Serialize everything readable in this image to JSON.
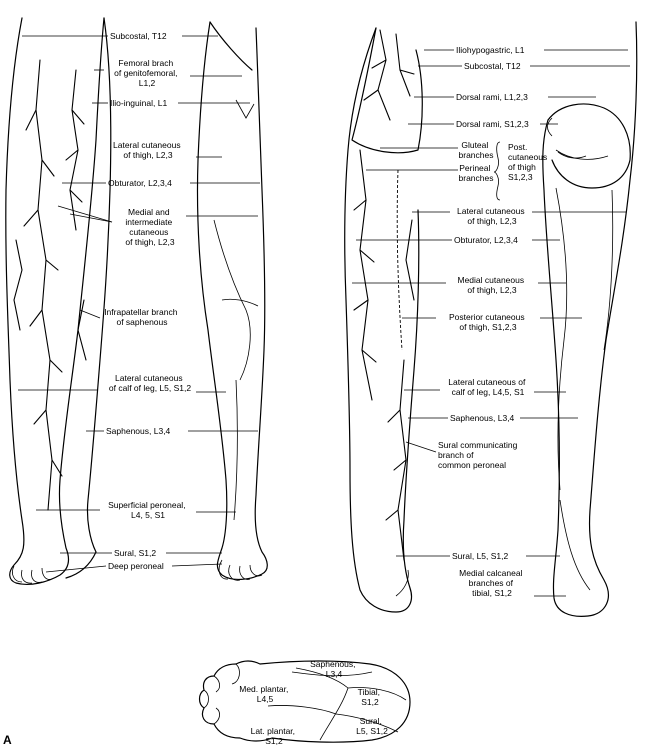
{
  "anterior": {
    "subcostal": "Subcostal, T12",
    "femoral_branch": [
      "Femoral brach",
      "of genitofemoral,",
      "L1,2"
    ],
    "ilio_inguinal": "Ilio-inguinal, L1",
    "lat_cut_thigh": [
      "Lateral cutaneous",
      "of thigh, L2,3"
    ],
    "obturator": "Obturator, L2,3,4",
    "medial_intermediate": [
      "Medial and",
      "intermediate",
      "cutaneous",
      "of thigh, L2,3"
    ],
    "infrapatellar": [
      "Infrapatellar branch",
      "of saphenous"
    ],
    "lat_cut_calf": [
      "Lateral cutaneous",
      "of calf of leg, L5, S1,2"
    ],
    "saphenous": "Saphenous, L3,4",
    "superficial_peroneal": [
      "Superficial peroneal,",
      "L4, 5, S1"
    ],
    "sural": "Sural, S1,2",
    "deep_peroneal": "Deep peroneal"
  },
  "posterior": {
    "iliohypogastric": "Iliohypogastric, L1",
    "subcostal": "Subcostal, T12",
    "dorsal_rami_l": "Dorsal rami, L1,2,3",
    "dorsal_rami_s": "Dorsal rami, S1,2,3",
    "gluteal": [
      "Gluteal",
      "branches"
    ],
    "perineal": [
      "Perineal",
      "branches"
    ],
    "post_cut_bracket": [
      "Post.",
      "cutaneous",
      "of thigh",
      "S1,2,3"
    ],
    "lat_cut_thigh": [
      "Lateral cutaneous",
      "of thigh, L2,3"
    ],
    "obturator": "Obturator, L2,3,4",
    "medial_cut": [
      "Medial cutaneous",
      "of thigh, L2,3"
    ],
    "posterior_cut": [
      "Posterior cutaneous",
      "of thigh, S1,2,3"
    ],
    "lat_cut_calf": [
      "Lateral cutaneous of",
      "calf of leg, L4,5, S1"
    ],
    "saphenous": "Saphenous, L3,4",
    "sural_comm": [
      "Sural communicating",
      "branch of",
      "common peroneal"
    ],
    "sural": "Sural, L5, S1,2",
    "medial_calcaneal": [
      "Medial calcaneal",
      "branches of",
      "tibial, S1,2"
    ]
  },
  "sole": {
    "saphenous": [
      "Saphenous,",
      "L3,4"
    ],
    "med_plantar": [
      "Med. plantar,",
      "L4,5"
    ],
    "tibial": [
      "Tibial,",
      "S1,2"
    ],
    "sural": [
      "Sural,",
      "L5, S1,2"
    ],
    "lat_plantar": [
      "Lat. plantar,",
      "S1,2"
    ]
  },
  "panel_letter": "A"
}
